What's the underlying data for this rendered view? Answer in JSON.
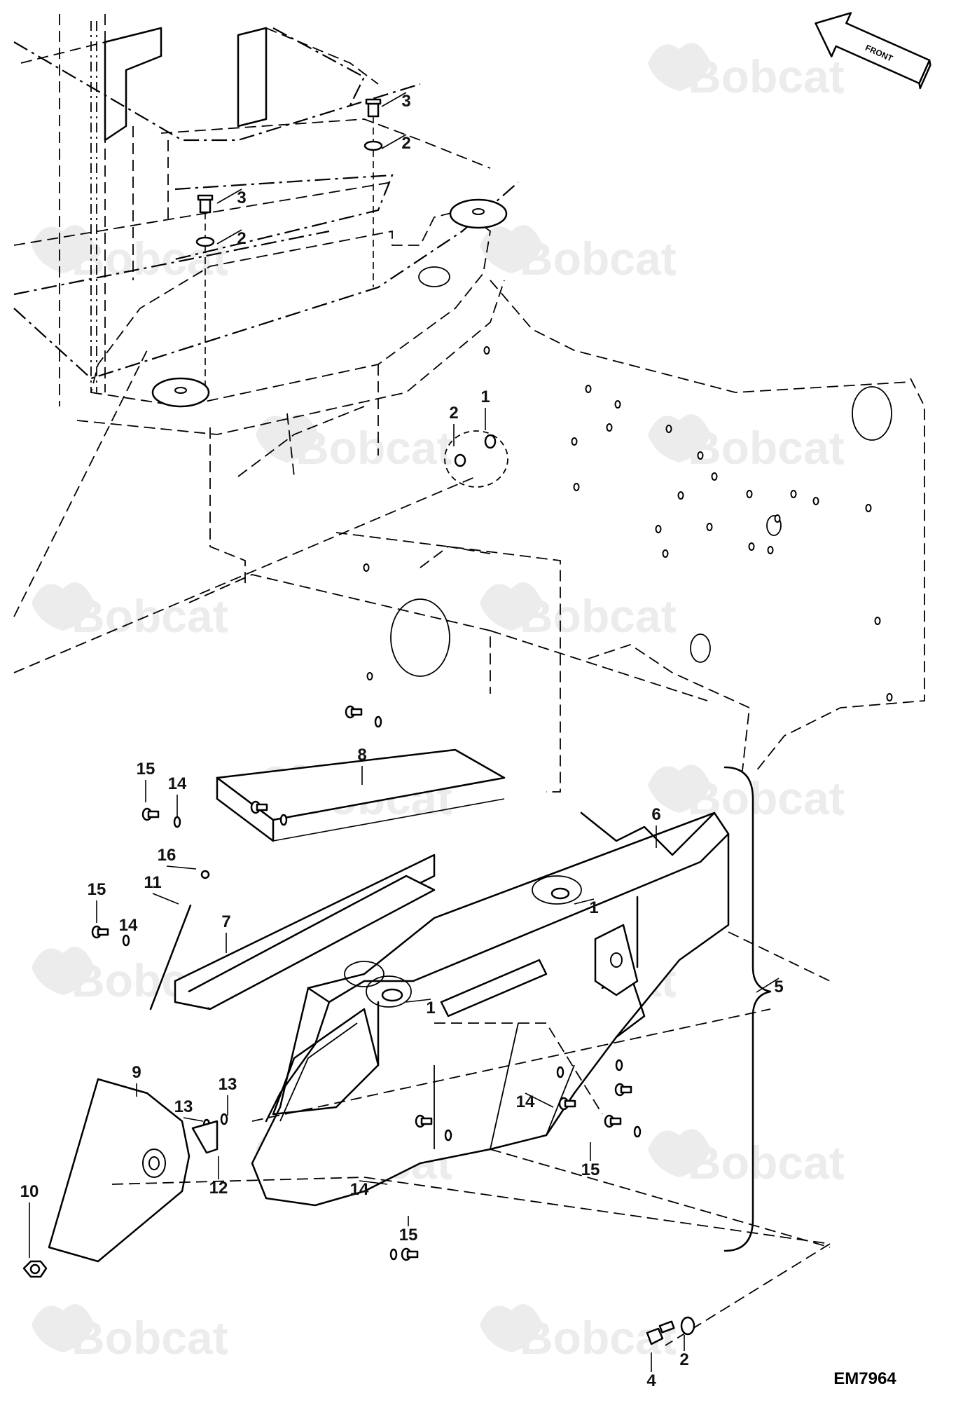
{
  "watermark": {
    "brand": "Bobcat",
    "reg_mark": "®"
  },
  "front_arrow": {
    "label": "FRONT"
  },
  "drawing_ref": "EM7964",
  "callouts": [
    "3",
    "2",
    "3",
    "2",
    "2",
    "1",
    "8",
    "15",
    "14",
    "6",
    "16",
    "15",
    "11",
    "14",
    "7",
    "1",
    "1",
    "5",
    "9",
    "13",
    "13",
    "14",
    "12",
    "10",
    "14",
    "15",
    "15",
    "4",
    "2"
  ]
}
